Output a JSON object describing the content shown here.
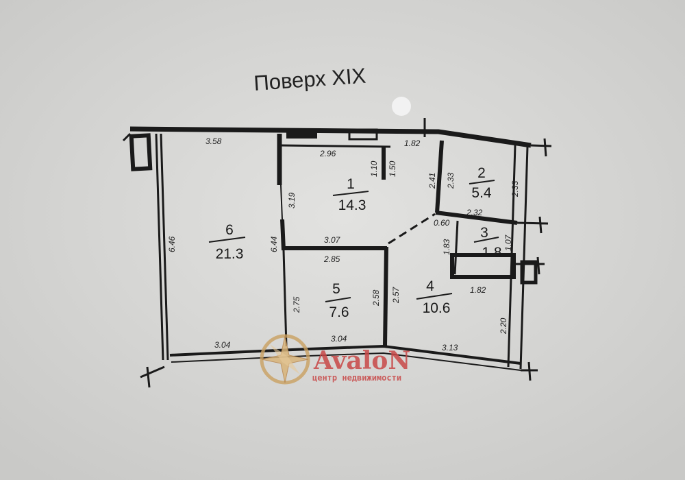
{
  "title": "Поверх XIX",
  "rooms": [
    {
      "number": "1",
      "area": "14.3"
    },
    {
      "number": "2",
      "area": "5.4"
    },
    {
      "number": "3",
      "area": "1.8"
    },
    {
      "number": "4",
      "area": "10.6"
    },
    {
      "number": "5",
      "area": "7.6"
    },
    {
      "number": "6",
      "area": "21.3"
    }
  ],
  "dimensions": {
    "d358": "3.58",
    "d296": "2.96",
    "d182a": "1.82",
    "d110": "1.10",
    "d150": "1.50",
    "d241": "2.41",
    "d233a": "2.33",
    "d233b": "2.33",
    "d232": "2.32",
    "d060": "0.60",
    "d183": "1.83",
    "d107": "1.07",
    "d182b": "1.82",
    "d220": "2.20",
    "d313": "3.13",
    "d646": "6.46",
    "d644": "6.44",
    "d319": "3.19",
    "d307": "3.07",
    "d285": "2.85",
    "d275": "2.75",
    "d258": "2.58",
    "d257": "2.57",
    "d304a": "3.04",
    "d304b": "3.04"
  },
  "watermark": {
    "brand": "AvaloN",
    "subtitle": "центр недвижимости",
    "color": "#c84848"
  }
}
